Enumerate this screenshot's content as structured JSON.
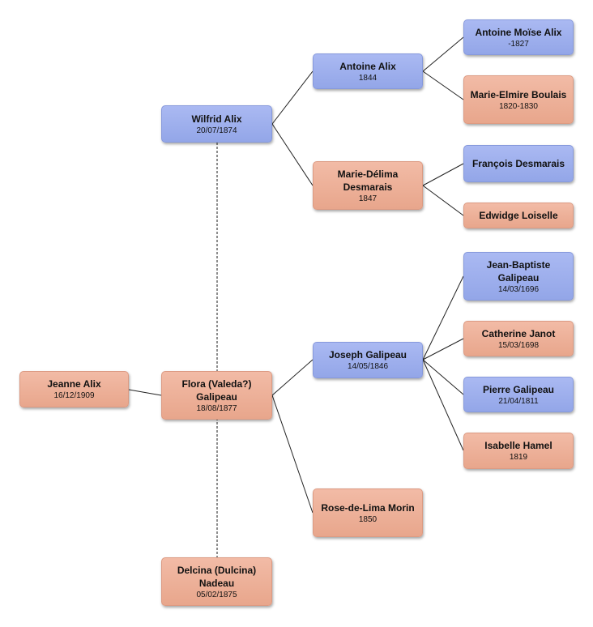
{
  "colors": {
    "male": "#9aace9",
    "female": "#eeb19b",
    "line": "#333333"
  },
  "people": {
    "jeanne_alix": {
      "name": "Jeanne Alix",
      "date": "16/12/1909",
      "sex": "female"
    },
    "wilfrid_alix": {
      "name": "Wilfrid Alix",
      "date": "20/07/1874",
      "sex": "male"
    },
    "flora_galipeau": {
      "name": "Flora (Valeda?) Galipeau",
      "date": "18/08/1877",
      "sex": "female"
    },
    "delcina_nadeau": {
      "name": "Delcina (Dulcina) Nadeau",
      "date": "05/02/1875",
      "sex": "female"
    },
    "antoine_alix": {
      "name": "Antoine Alix",
      "date": "1844",
      "sex": "male"
    },
    "marie_delima_desmarais": {
      "name": "Marie-Délima Desmarais",
      "date": "1847",
      "sex": "female"
    },
    "joseph_galipeau": {
      "name": "Joseph Galipeau",
      "date": "14/05/1846",
      "sex": "male"
    },
    "rose_de_lima_morin": {
      "name": "Rose-de-Lima Morin",
      "date": "1850",
      "sex": "female"
    },
    "antoine_moise_alix": {
      "name": "Antoine Moïse Alix",
      "date": "-1827",
      "sex": "male"
    },
    "marie_elmire_boulais": {
      "name": "Marie-Elmire Boulais",
      "date": "1820-1830",
      "sex": "female"
    },
    "francois_desmarais": {
      "name": "François Desmarais",
      "date": "",
      "sex": "male"
    },
    "edwidge_loiselle": {
      "name": "Edwidge Loiselle",
      "date": "",
      "sex": "female"
    },
    "jean_baptiste_galipeau": {
      "name": "Jean-Baptiste Galipeau",
      "date": "14/03/1696",
      "sex": "male"
    },
    "catherine_janot": {
      "name": "Catherine Janot",
      "date": "15/03/1698",
      "sex": "female"
    },
    "pierre_galipeau": {
      "name": "Pierre Galipeau",
      "date": "21/04/1811",
      "sex": "male"
    },
    "isabelle_hamel": {
      "name": "Isabelle Hamel",
      "date": "1819",
      "sex": "female"
    }
  }
}
